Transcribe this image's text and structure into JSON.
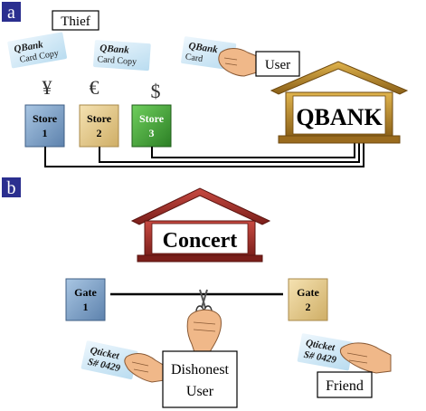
{
  "panel_a": {
    "label": "a",
    "thief_label": "Thief",
    "card_copies": [
      {
        "brand": "QBank",
        "text": "Card Copy"
      },
      {
        "brand": "QBank",
        "text": "Card Copy"
      }
    ],
    "user_card": {
      "brand": "QBank",
      "text": "Card"
    },
    "user_label": "User",
    "currency_symbols": [
      "¥",
      "€",
      "$"
    ],
    "stores": [
      {
        "name": "Store",
        "number": "1"
      },
      {
        "name": "Store",
        "number": "2"
      },
      {
        "name": "Store",
        "number": "3"
      }
    ],
    "bank_label": "QBANK"
  },
  "panel_b": {
    "label": "b",
    "venue_label": "Concert",
    "gates": [
      {
        "name": "Gate",
        "number": "1"
      },
      {
        "name": "Gate",
        "number": "2"
      }
    ],
    "tickets": [
      {
        "brand": "Qticket",
        "serial": "S# 0429"
      },
      {
        "brand": "Qticket",
        "serial": "S# 0429"
      }
    ],
    "dishonest_user_label": [
      "Dishonest",
      "User"
    ],
    "friend_label": "Friend"
  },
  "colors": {
    "panel_label_bg": "#2b2f8f",
    "store1": "#7fa3c9",
    "store2": "#e6cd8f",
    "store3": "#3f9e3a",
    "gate1": "#7fa3c9",
    "gate2": "#e6cd8f",
    "bank_gold": "#b8862a",
    "concert_red": "#a7302c",
    "card_blue": "#d9ecf7",
    "skin": "#f0b889"
  }
}
